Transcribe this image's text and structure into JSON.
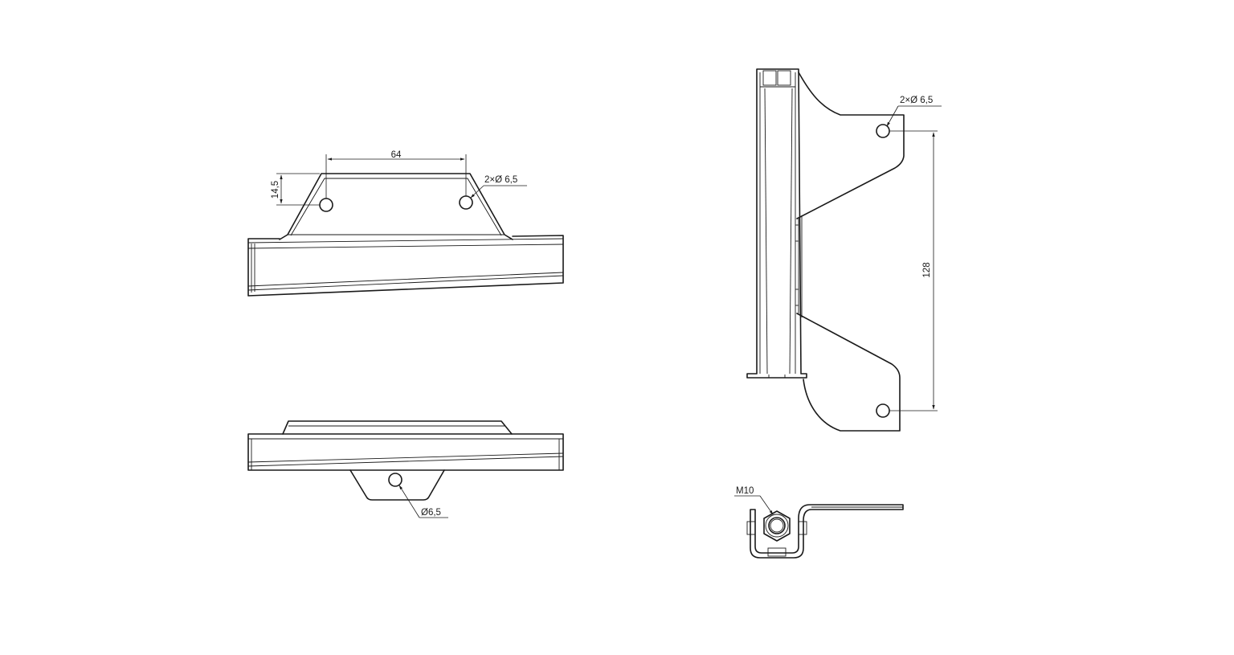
{
  "drawing": {
    "top_view": {
      "dim_spacing": "64",
      "dim_height": "14,5",
      "hole_callout": "2×Ø 6,5"
    },
    "front_view": {
      "hole_callout": "Ø6,5"
    },
    "side_view": {
      "dim_spacing": "128",
      "hole_callout": "2×Ø 6,5"
    },
    "end_view": {
      "thread_callout": "M10"
    }
  }
}
